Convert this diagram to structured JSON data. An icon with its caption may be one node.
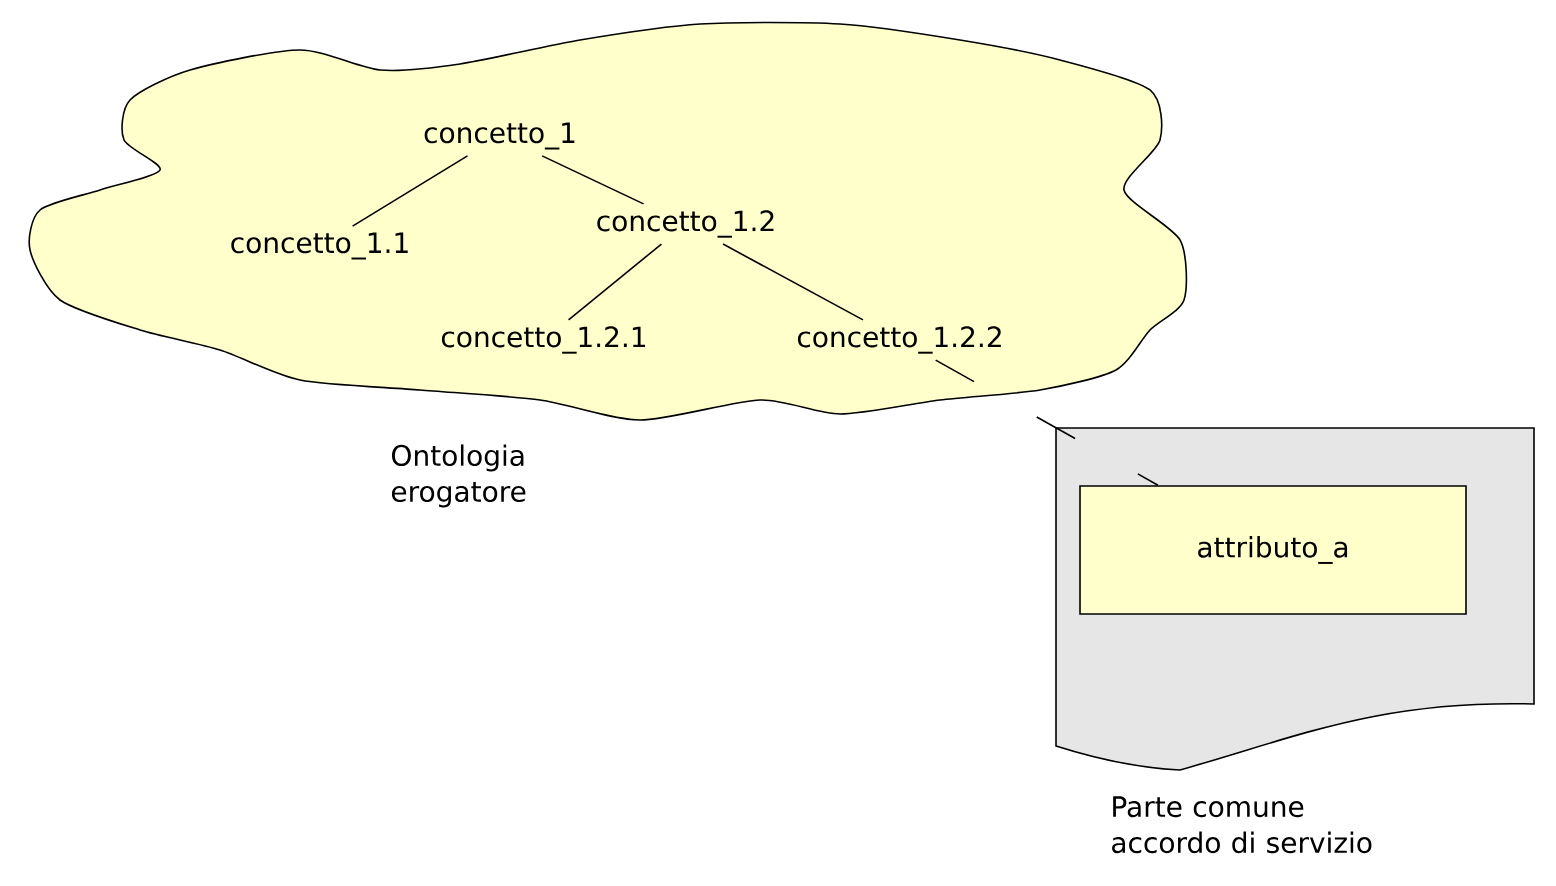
{
  "diagram": {
    "nodes": [
      {
        "text": [],
        "shape": "cloud",
        "beside": [
          "Ontologia erogatore"
        ]
      },
      {
        "text": [
          "concetto_1"
        ],
        "in": 0
      },
      {
        "text": [
          "concetto_1.1"
        ],
        "in": 0
      },
      {
        "text": [
          "concetto_1.2"
        ],
        "in": 0
      },
      {
        "text": [
          "concetto_1.2.1"
        ],
        "in": 0
      },
      {
        "text": [
          "concetto_1.2.2"
        ],
        "in": 0
      },
      {
        "text": [],
        "shape": "document",
        "beside": [
          "Parte comune accordo di servizio"
        ]
      },
      {
        "text": [
          "attributo_a"
        ],
        "in": 6
      }
    ],
    "edges": [
      {
        "from": 1,
        "to": 2,
        "arrow": "none"
      },
      {
        "from": 1,
        "to": 3,
        "arrow": "none"
      },
      {
        "from": 3,
        "to": 4,
        "arrow": "none"
      },
      {
        "from": 3,
        "to": 5,
        "arrow": "none"
      },
      {
        "from": 5,
        "to": 7,
        "arrow": "none",
        "style": "dashed"
      }
    ]
  }
}
